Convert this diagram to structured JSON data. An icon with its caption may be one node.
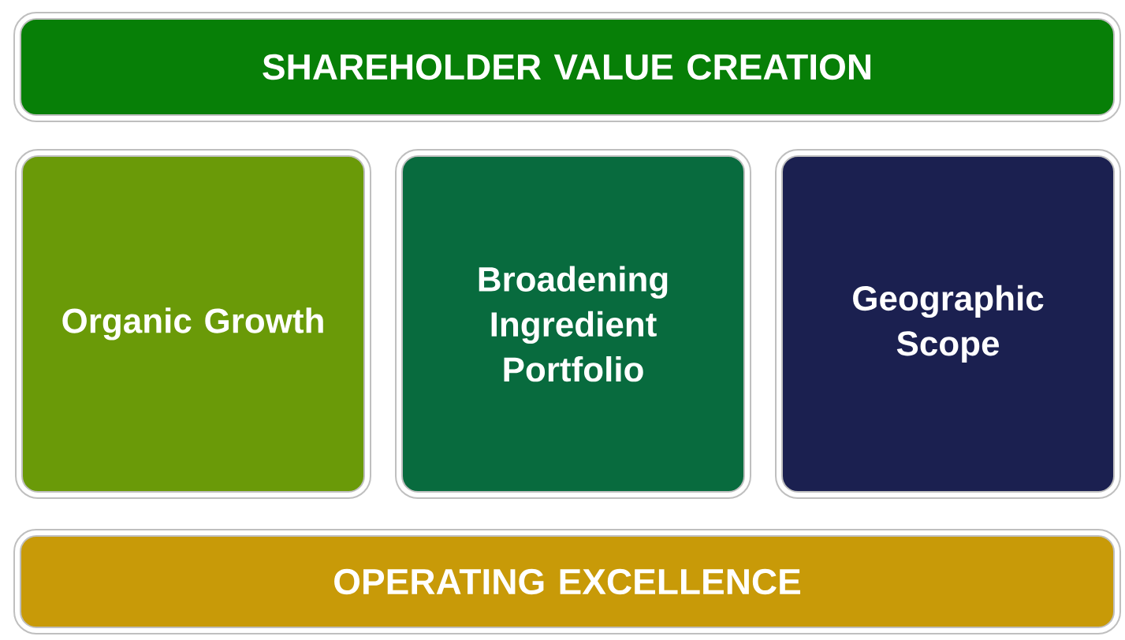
{
  "diagram": {
    "nodes": [
      {
        "text": [
          "SHAREHOLDER VALUE CREATION"
        ]
      },
      {
        "text": [
          "Organic Growth"
        ]
      },
      {
        "text": [
          "Broadening Ingredient Portfolio"
        ]
      },
      {
        "text": [
          "Geographic Scope"
        ]
      },
      {
        "text": [
          "OPERATING EXCELLENCE"
        ]
      }
    ]
  }
}
